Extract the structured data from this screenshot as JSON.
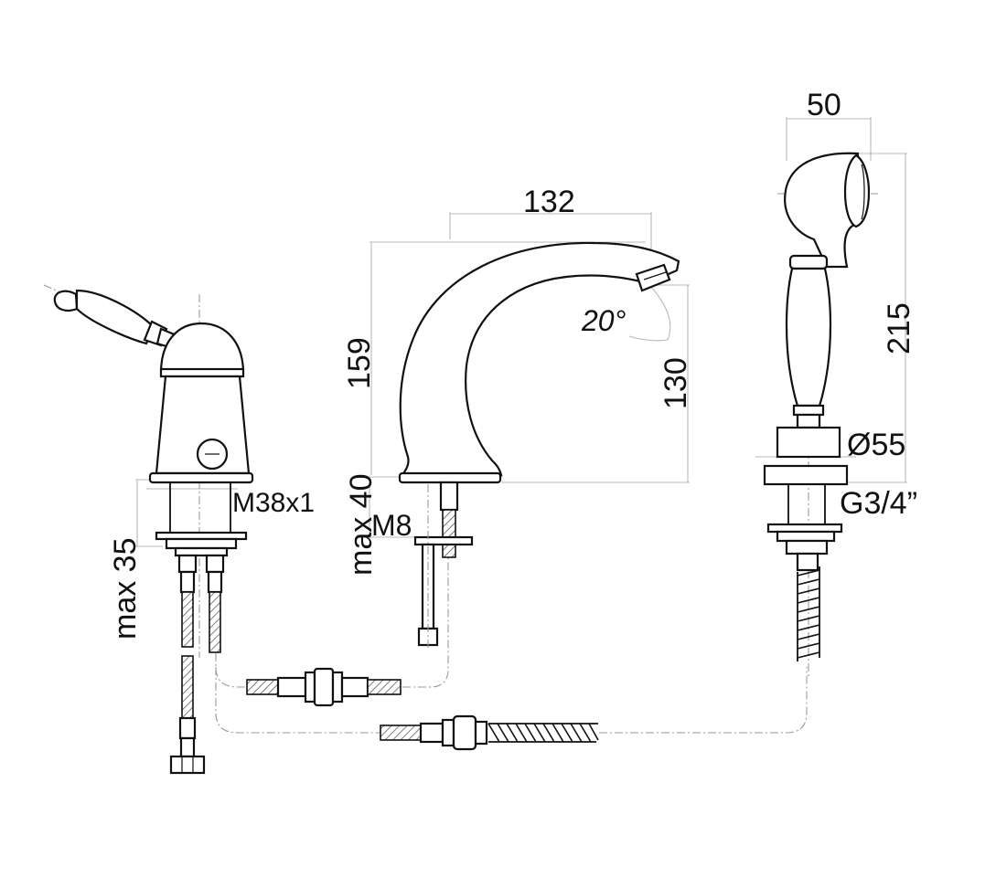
{
  "colors": {
    "ink": "#111111",
    "extension": "#b8b8b8",
    "centerline": "#9a9a9a",
    "background": "#ffffff"
  },
  "mixer": {
    "dim_height": "max 35",
    "dim_thread": "M38x1"
  },
  "spout": {
    "dim_width": "132",
    "dim_height": "159",
    "dim_outlet_height": "130",
    "dim_angle": "20°",
    "dim_deck": "max 40",
    "dim_stud": "M8"
  },
  "handshower": {
    "dim_width": "50",
    "dim_height": "215",
    "dim_diameter": "Ø55",
    "dim_thread": "G3/4”"
  }
}
